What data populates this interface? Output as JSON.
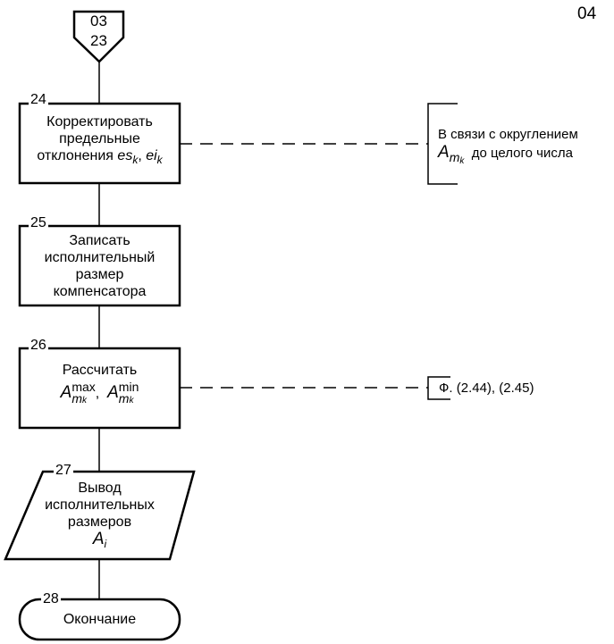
{
  "page_number": "04",
  "connector_top": {
    "line1": "03",
    "line2": "23"
  },
  "blocks": [
    {
      "num": "24",
      "line1": "Корректировать",
      "line2": "предельные",
      "line3_text": "отклонения",
      "var1": "es",
      "var1_sub": "k",
      "var2": "ei",
      "var2_sub": "k"
    },
    {
      "num": "25",
      "line1": "Записать",
      "line2": "исполнительный",
      "line3": "размер",
      "line4": "компенсатора"
    },
    {
      "num": "26",
      "line1": "Рассчитать",
      "sym": "A",
      "sub_m": "m",
      "sub_k": "k",
      "sup_max": "max",
      "sup_min": "min"
    },
    {
      "num": "27",
      "line1": "Вывод",
      "line2": "исполнительных",
      "line3": "размеров",
      "sym": "A",
      "sub_i": "i"
    },
    {
      "num": "28",
      "line1": "Окончание"
    }
  ],
  "comments": [
    {
      "line1": "В связи с округлением",
      "sym": "A",
      "sub_m": "m",
      "sub_k": "k",
      "rest": "до целого числа"
    },
    {
      "text": "Ф. (2.44), (2.45)"
    }
  ]
}
